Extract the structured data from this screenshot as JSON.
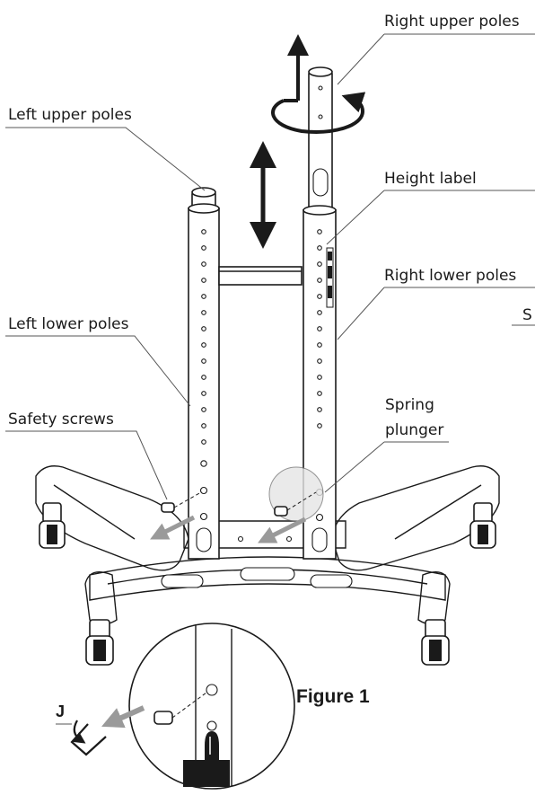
{
  "labels": {
    "right_upper_poles": "Right upper poles",
    "left_upper_poles": "Left upper poles",
    "height_label": "Height label",
    "right_lower_poles": "Right lower poles",
    "left_lower_poles": "Left lower poles",
    "safety_screws": "Safety screws",
    "spring_plunger_line1": "Spring",
    "spring_plunger_line2": "plunger",
    "cut_off_label": "S",
    "figure_caption": "Figure 1",
    "tool_label": "J"
  },
  "icons": [
    "up-arrow-icon",
    "double-arrow-icon",
    "rotate-arrow-icon",
    "hex-key-icon",
    "hand-icon",
    "gray-arrow-icon"
  ],
  "colors": {
    "line": "#1a1a1a",
    "arrow_gray": "#9a9a9a",
    "background": "#ffffff"
  }
}
